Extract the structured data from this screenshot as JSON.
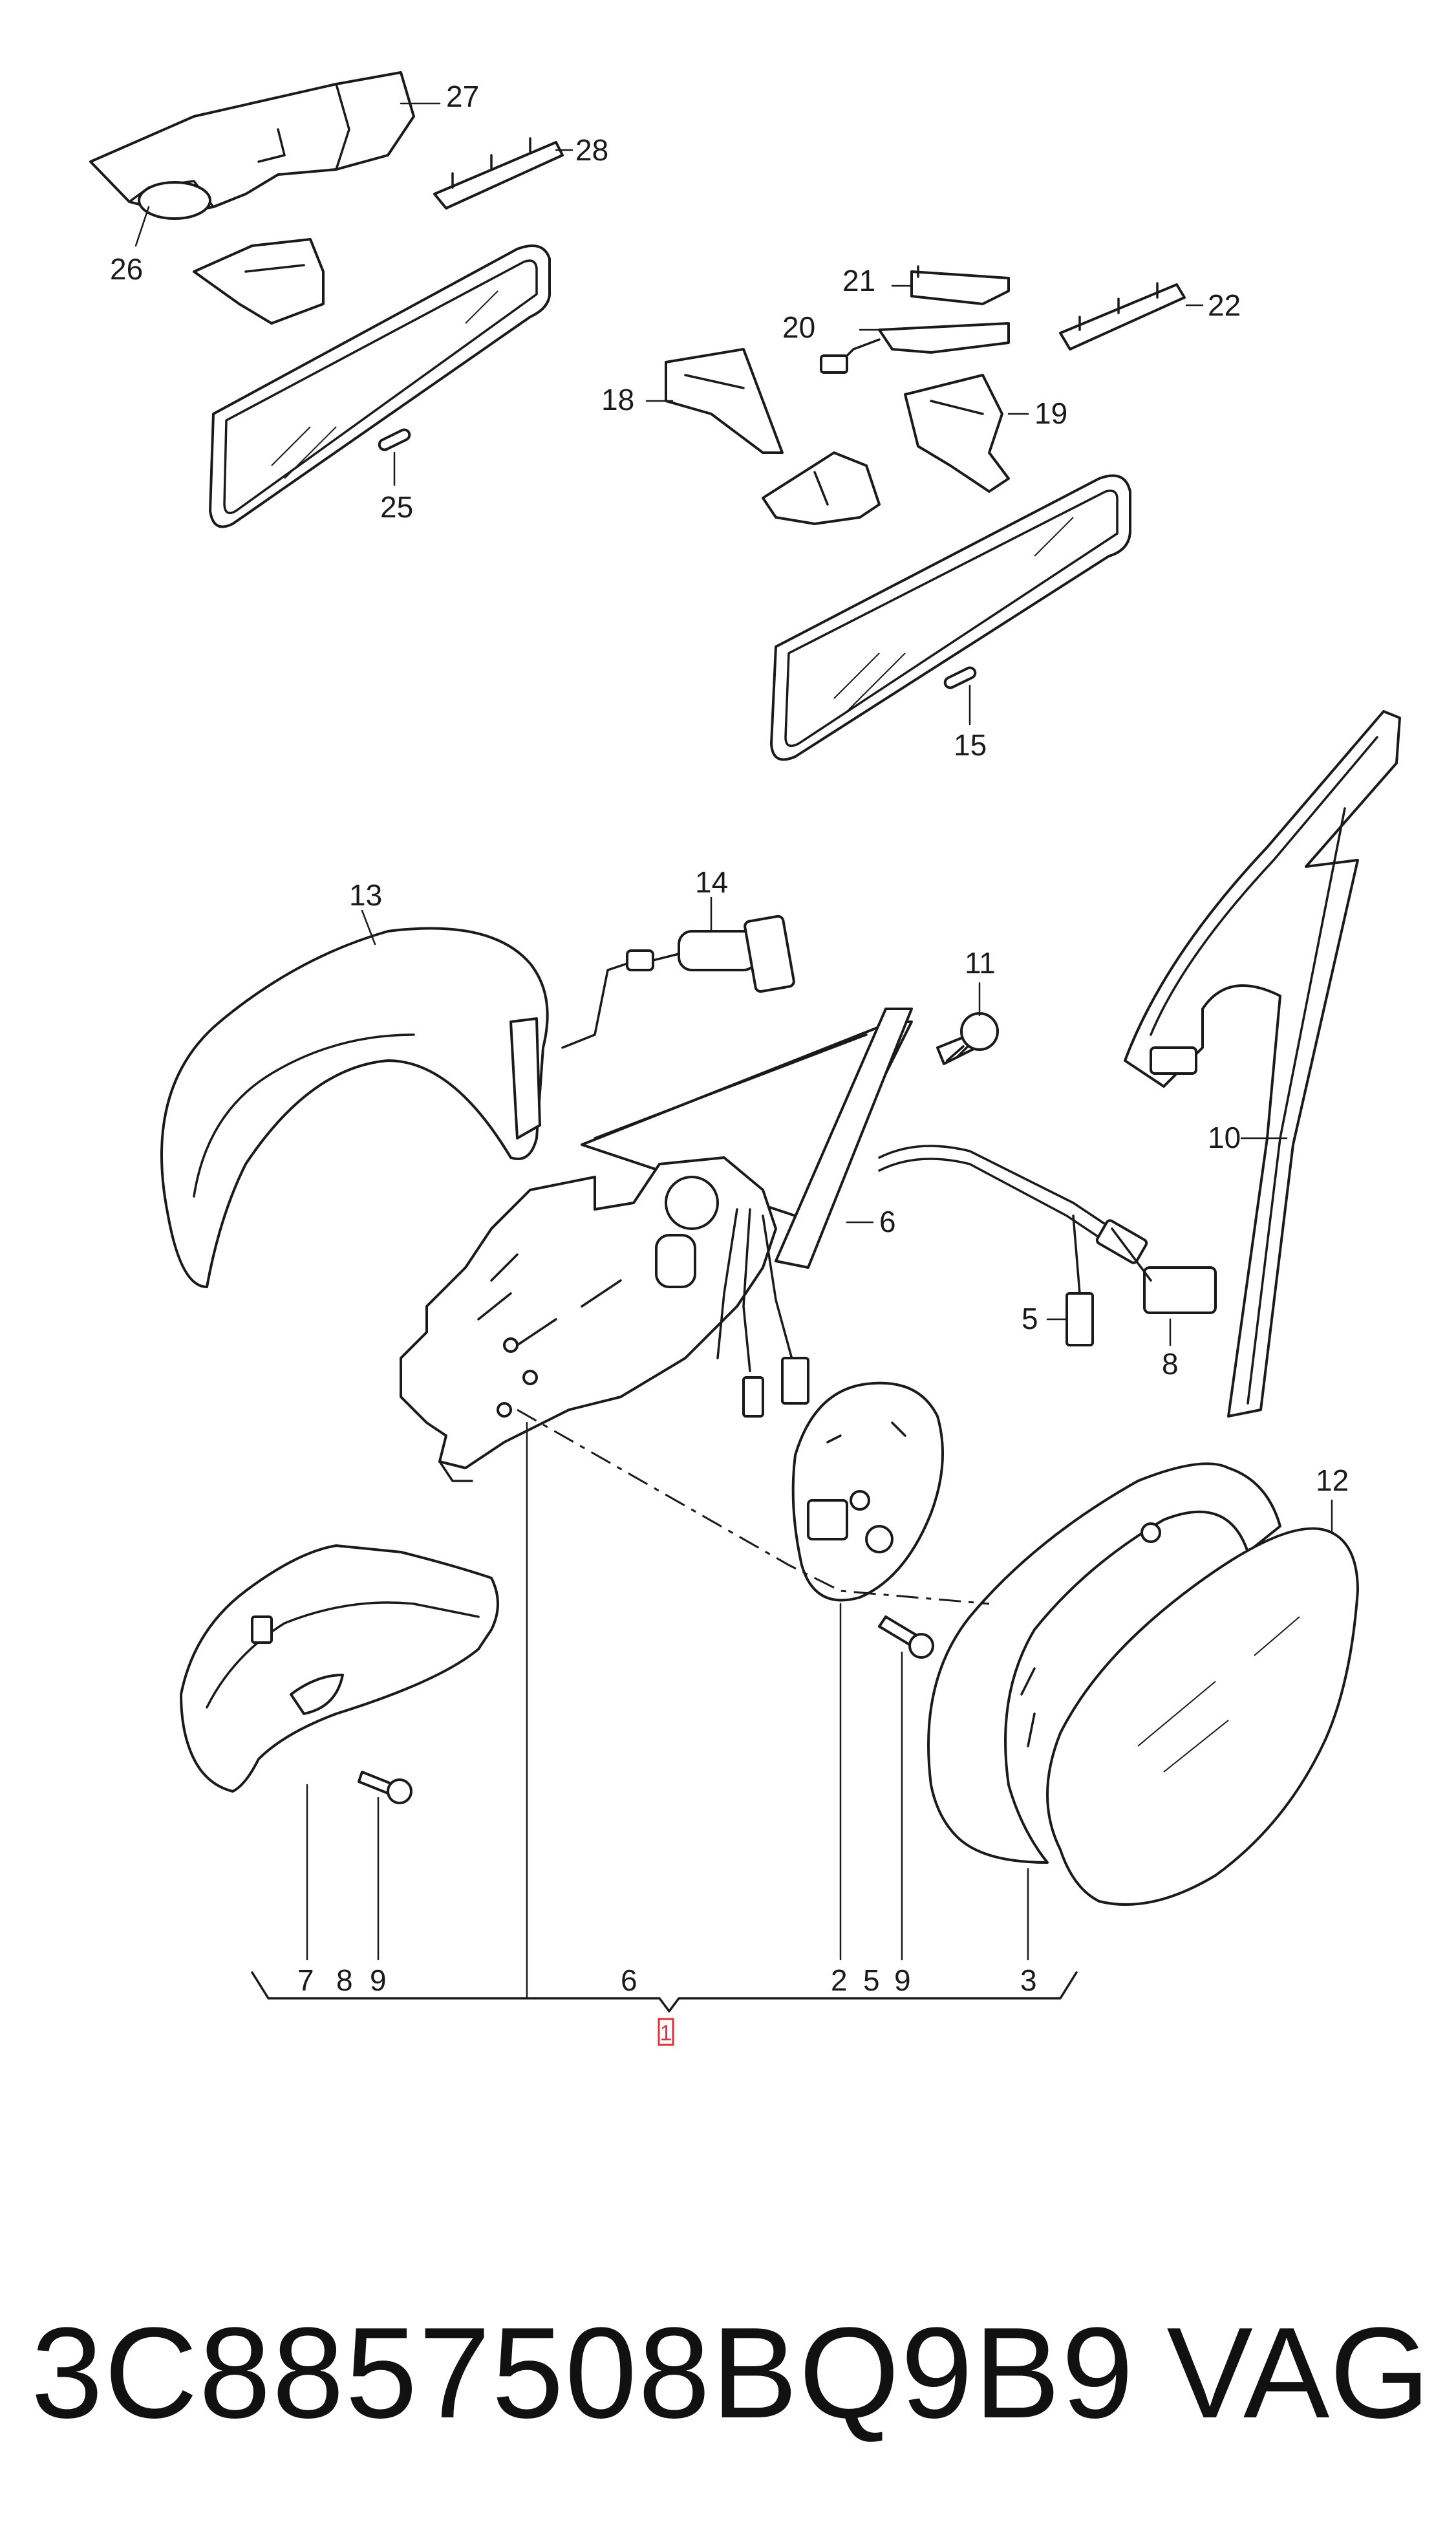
{
  "diagram": {
    "callouts": {
      "c1": "1",
      "c2": "2",
      "c3": "3",
      "c5": "5",
      "c6": "6",
      "c7": "7",
      "c8": "8",
      "c9": "9",
      "c10": "10",
      "c11": "11",
      "c12": "12",
      "c13": "13",
      "c14": "14",
      "c15": "15",
      "c18": "18",
      "c19": "19",
      "c20": "20",
      "c21": "21",
      "c22": "22",
      "c25": "25",
      "c26": "26",
      "c27": "27",
      "c28": "28"
    },
    "assembly_row": {
      "a7": "7",
      "a8": "8",
      "a9": "9",
      "a6": "6",
      "a2": "2",
      "a5": "5",
      "a9b": "9",
      "a3": "3"
    },
    "assembly_label": "1",
    "assembly_label_color": "#e0303a"
  },
  "footer": {
    "part_number": "3C8857508BQ9B9",
    "brand": "VAG"
  }
}
